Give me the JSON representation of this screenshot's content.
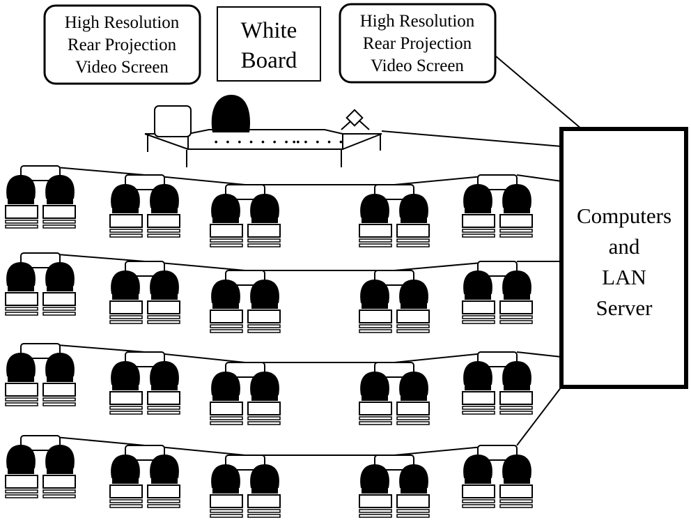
{
  "screen_left": {
    "line1": "High Resolution",
    "line2": "Rear Projection",
    "line3": "Video Screen"
  },
  "whiteboard": {
    "line1": "White",
    "line2": "Board"
  },
  "screen_right": {
    "line1": "High Resolution",
    "line2": "Rear Projection",
    "line3": "Video Screen"
  },
  "server": {
    "line1": "Computers",
    "line2": "and",
    "line3": "LAN",
    "line4": "Server"
  },
  "workstations": {
    "rows": 4,
    "clusters_per_row": 5,
    "seats_per_cluster": 2,
    "person_icon": "seated-person-icon",
    "computer_icon": "workstation-icon"
  },
  "facilitator_console": {
    "icons": [
      "monitor-icon",
      "seated-person-icon",
      "document-camera-icon"
    ]
  },
  "colors": {
    "ink": "#000000",
    "background": "#ffffff"
  }
}
